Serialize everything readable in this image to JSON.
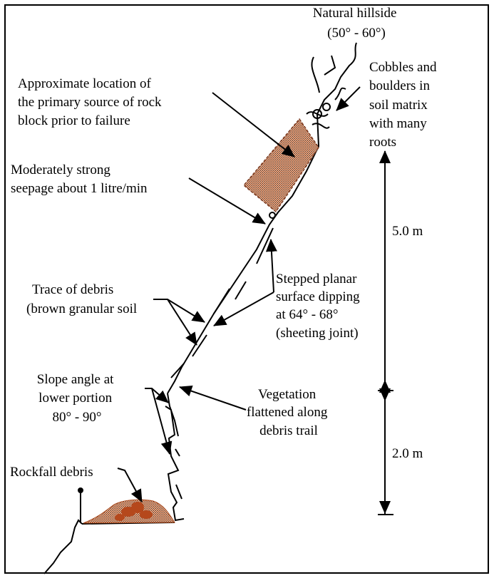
{
  "labels": {
    "hillside": [
      "Natural hillside",
      "(50° - 60°)"
    ],
    "source": [
      "Approximate location of",
      "the primary source of rock",
      "block prior to failure"
    ],
    "cobbles": [
      "Cobbles and",
      "boulders in",
      "soil matrix",
      "with many",
      "roots"
    ],
    "seepage": [
      "Moderately strong",
      "seepage about 1 litre/min"
    ],
    "stepped": [
      "Stepped planar",
      "surface dipping",
      "at 64° - 68°",
      "(sheeting joint)"
    ],
    "trace": [
      "Trace of debris",
      "(brown granular soil"
    ],
    "slope_angle": [
      "Slope angle at",
      "lower portion",
      "80° - 90°"
    ],
    "vegetation": [
      "Vegetation",
      "flattened along",
      "debris trail"
    ],
    "rockfall": "Rockfall debris",
    "dim_upper": "5.0 m",
    "dim_lower": "2.0 m"
  },
  "colors": {
    "debris": "#b5481c",
    "hatch": "#c98a60",
    "line": "#000000"
  }
}
